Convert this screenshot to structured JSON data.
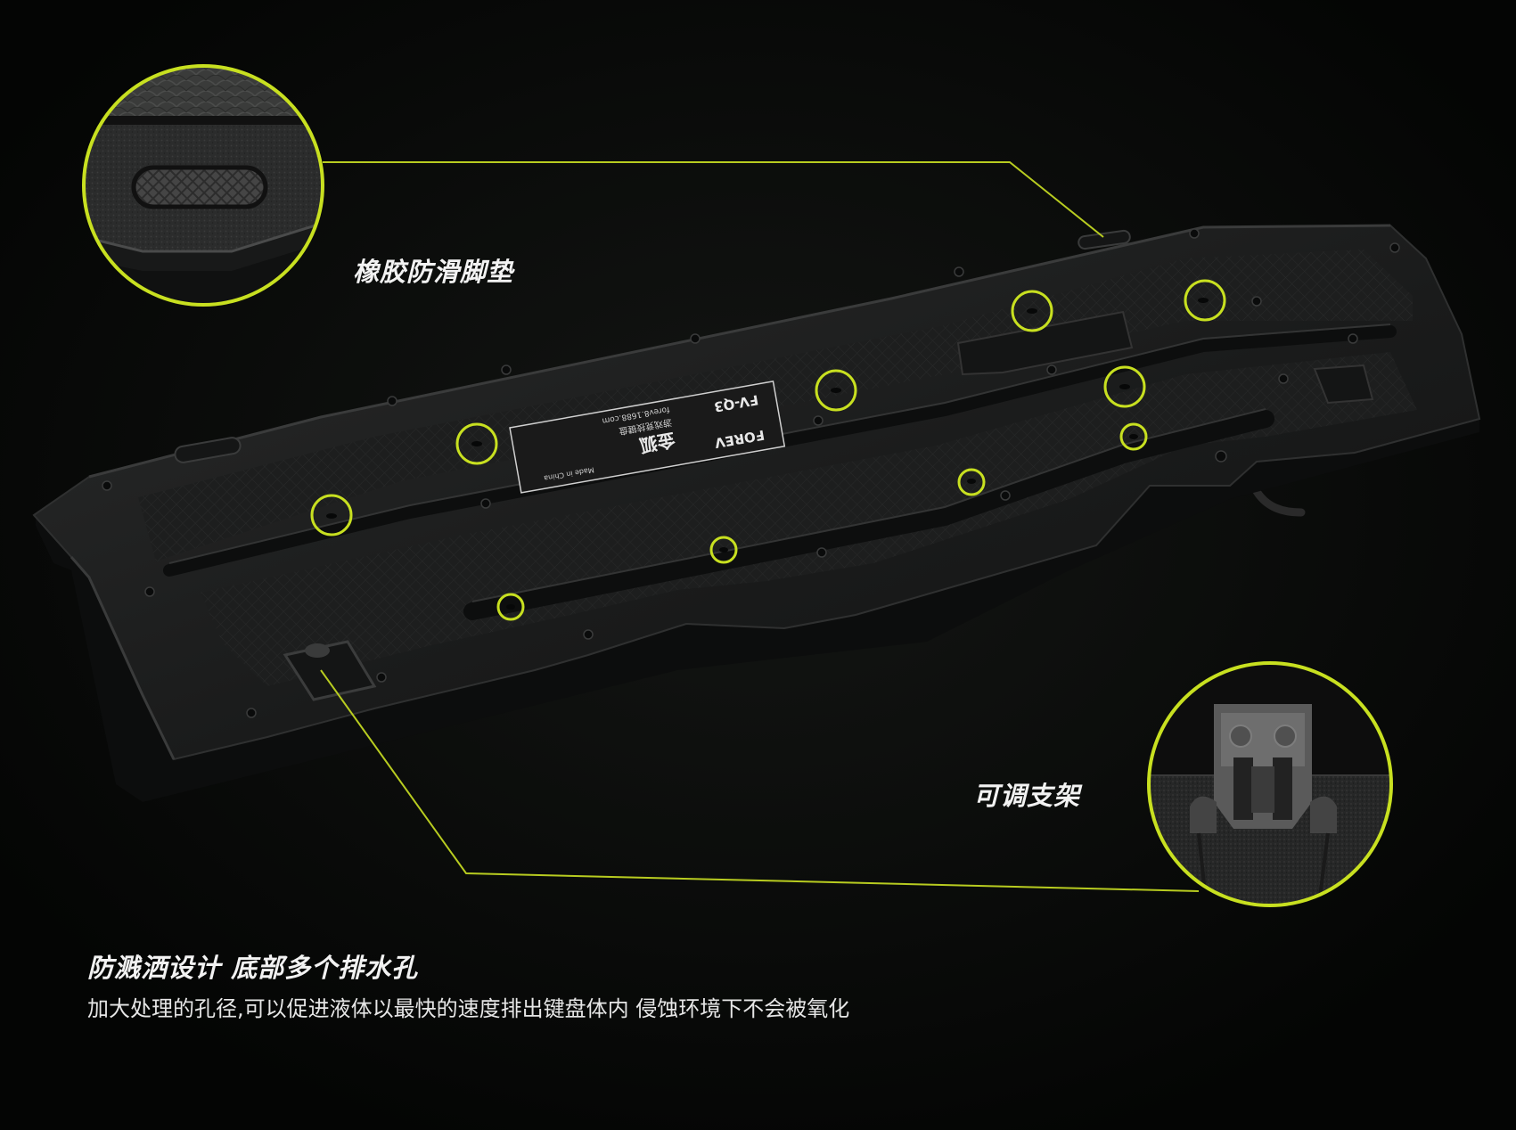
{
  "features": {
    "anti_slip_pad": "橡胶防滑脚垫",
    "adjustable_stand": "可调支架",
    "spill_headline": "防溅洒设计 底部多个排水孔",
    "spill_description": "加大处理的孔径,可以促进液体以最快的速度排出键盘体内 侵蚀环境下不会被氧化"
  },
  "label_sticker": {
    "brand": "FOREV",
    "brand_cn": "金狐",
    "model": "FV-Q3",
    "subtitle": "游戏竞技键盘",
    "website": "forev8.1688.com",
    "origin": "Made in China"
  },
  "colors": {
    "background": "#050605",
    "accent": "#c8e020",
    "keyboard_body": "#1c1d1d",
    "text": "#f2f2f2"
  }
}
